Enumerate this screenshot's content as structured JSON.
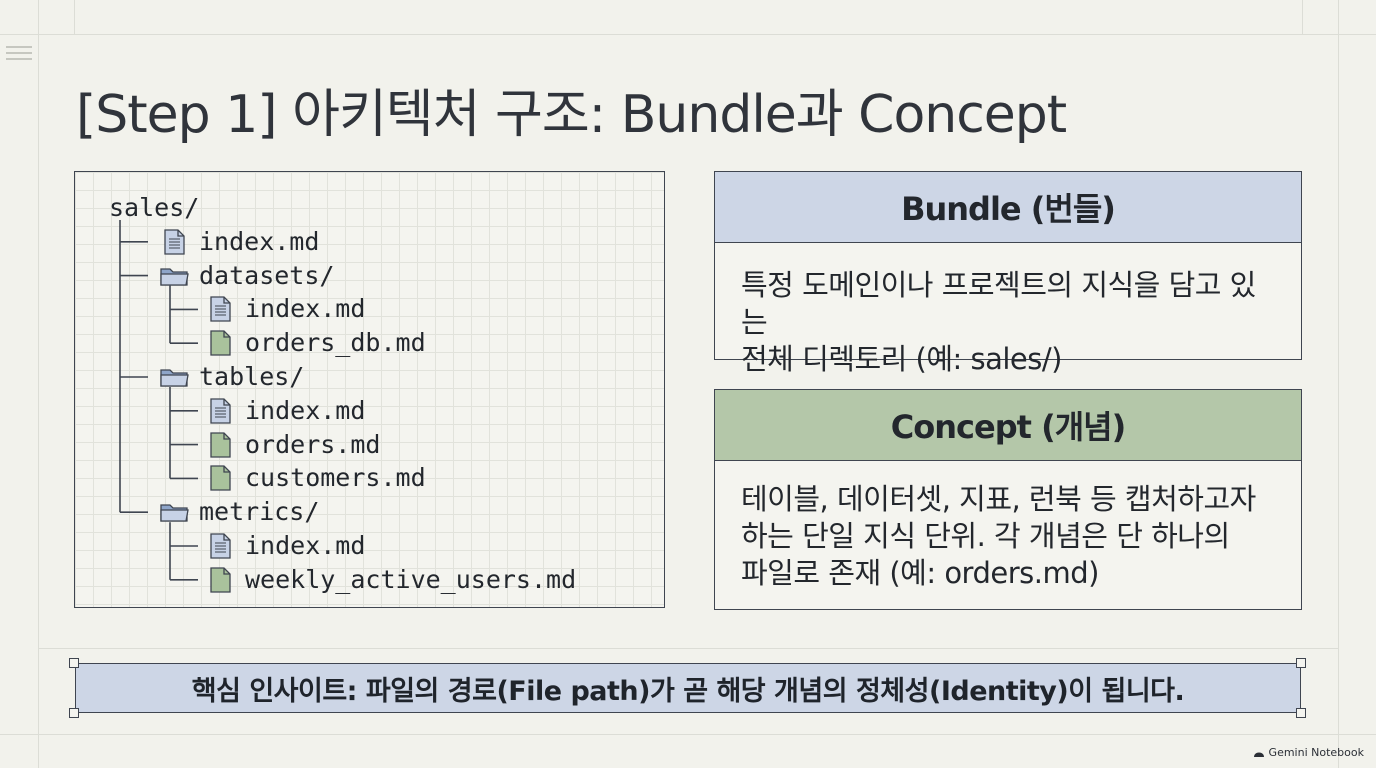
{
  "title": "[Step 1] 아키텍처 구조: Bundle과 Concept",
  "tree": [
    {
      "text": "sales/",
      "kind": "root",
      "depth": 0
    },
    {
      "text": "index.md",
      "kind": "doc",
      "depth": 1
    },
    {
      "text": "datasets/",
      "kind": "folder",
      "depth": 1
    },
    {
      "text": "index.md",
      "kind": "doc",
      "depth": 2
    },
    {
      "text": "orders_db.md",
      "kind": "file",
      "depth": 2
    },
    {
      "text": "tables/",
      "kind": "folder",
      "depth": 1
    },
    {
      "text": "index.md",
      "kind": "doc",
      "depth": 2
    },
    {
      "text": "orders.md",
      "kind": "file",
      "depth": 2
    },
    {
      "text": "customers.md",
      "kind": "file",
      "depth": 2
    },
    {
      "text": "metrics/",
      "kind": "folder",
      "depth": 1
    },
    {
      "text": "index.md",
      "kind": "doc",
      "depth": 2
    },
    {
      "text": "weekly_active_users.md",
      "kind": "file",
      "depth": 2
    }
  ],
  "bundle": {
    "heading": "Bundle (번들)",
    "line1": "특정 도메인이나 프로젝트의 지식을 담고 있는",
    "line2": "전체 디렉토리 (예: sales/)",
    "header_color": "#cdd6e6"
  },
  "concept": {
    "heading": "Concept (개념)",
    "line1": "테이블, 데이터셋, 지표, 런북 등 캡처하고자",
    "line2": "하는 단일 지식 단위. 각 개념은 단 하나의",
    "line3": "파일로 존재 (예: orders.md)",
    "header_color": "#b4c7a9"
  },
  "insight": "핵심 인사이트: 파일의 경로(File path)가 곧 해당 개념의 정체성(Identity)이 됩니다.",
  "watermark": "Gemini Notebook",
  "colors": {
    "doc_icon": "#c7d2e6",
    "file_icon": "#a9c29c",
    "folder_icon": "#8ea5c9",
    "outline": "#3f4550"
  }
}
